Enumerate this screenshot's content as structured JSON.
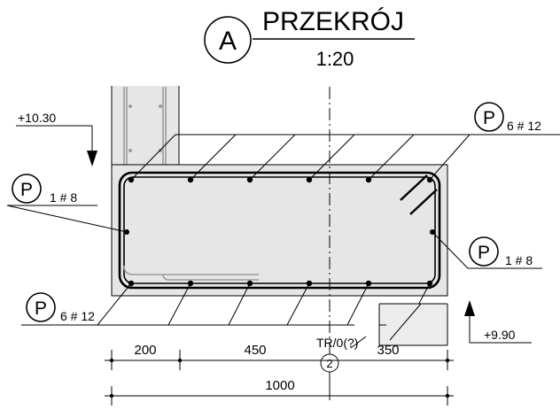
{
  "title": {
    "letter": "A",
    "name": "PRZEKRÓJ",
    "scale": "1:20"
  },
  "levels": {
    "top": "+10.30",
    "bottom": "+9.90"
  },
  "callouts": [
    {
      "letter": "P",
      "label": "6 # 12"
    },
    {
      "letter": "P",
      "label": "1 # 8"
    },
    {
      "letter": "P",
      "label": "1 # 8"
    },
    {
      "letter": "P",
      "label": "6 # 12"
    }
  ],
  "dimensions": {
    "d1": "200",
    "d2": "450",
    "d3": "350",
    "total": "1000"
  },
  "note": "TR/0(?)",
  "axis_label": "2"
}
